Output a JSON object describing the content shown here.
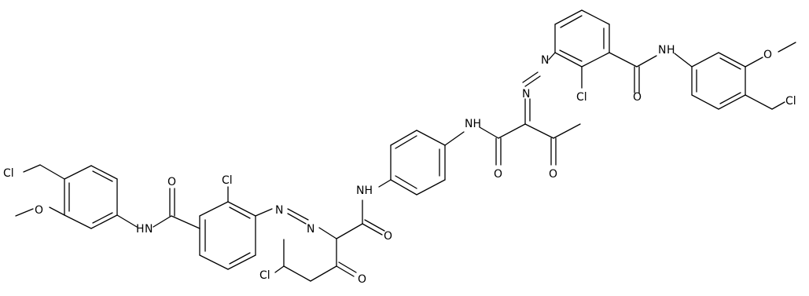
{
  "atom_labels": {
    "cl_ch2cl_left": "Cl",
    "ome_left": "O",
    "nh_left_amide": "N",
    "h_left_amide": "H",
    "o_left_amide": "O",
    "cl_aryl_left": "Cl",
    "n_azo_left_1": "N",
    "n_azo_left_2": "N",
    "nh_center_left": "NH",
    "o_center_amide_left": "O",
    "o_keto_left": "O",
    "cl_chloropropyl": "Cl",
    "nh_center_right": "NH",
    "o_center_amide_right": "O",
    "o_keto_right": "O",
    "n_azo_right_1": "N",
    "n_azo_right_2": "N",
    "cl_aryl_right": "Cl",
    "o_right_amide": "O",
    "nh_right_amide": "N",
    "h_right_amide": "H",
    "ome_right": "O",
    "cl_ch2cl_right": "Cl"
  }
}
